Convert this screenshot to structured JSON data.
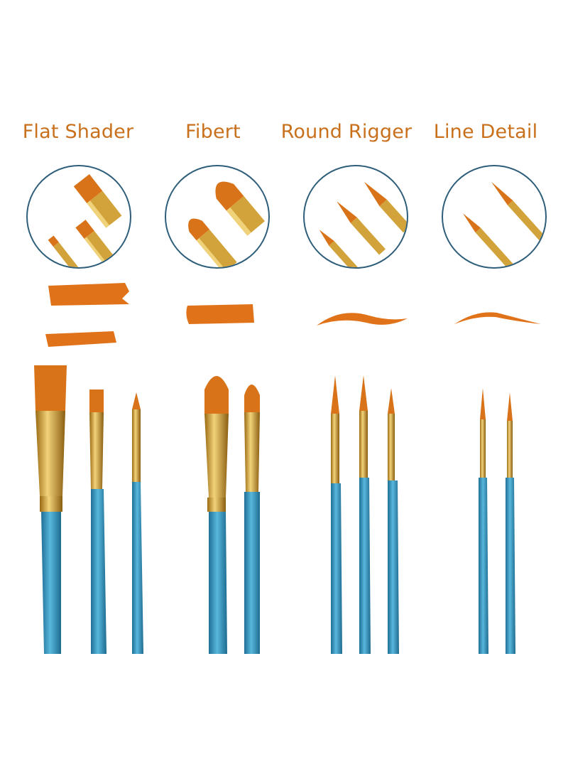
{
  "labels": {
    "flat_shader": "Flat Shader",
    "fibert": "Fibert",
    "round_rigger": "Round Rigger",
    "line_detail": "Line Detail"
  },
  "colors": {
    "label": "#c8701c",
    "bristle": "#d9731a",
    "ferrule": "#d2a33a",
    "handle": "#3a9fc7",
    "circle_border": "#2e5e7a"
  }
}
